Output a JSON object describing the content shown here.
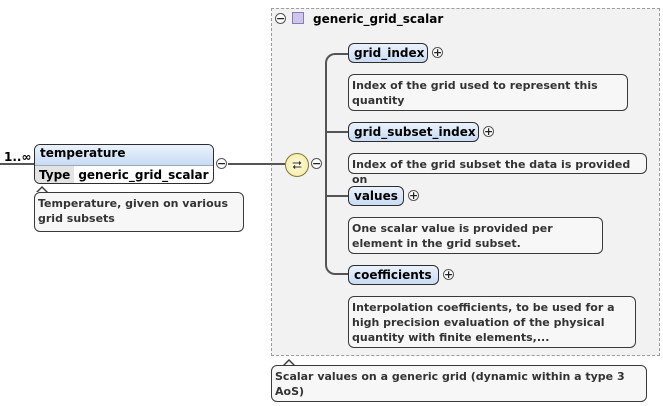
{
  "main_element": {
    "cardinality": "1..∞",
    "name": "temperature",
    "type_label": "Type",
    "type_value": "generic_grid_scalar",
    "doc": "Temperature, given on various grid subsets"
  },
  "complex_type": {
    "name": "generic_grid_scalar",
    "doc": "Scalar values on a generic grid (dynamic within a type 3 AoS)"
  },
  "sequence": {
    "icon": "sequence-compositor-icon",
    "glyph": "⮂"
  },
  "children": [
    {
      "name": "grid_index",
      "doc": "Index of the grid used to represent this quantity"
    },
    {
      "name": "grid_subset_index",
      "doc": "Index of the grid subset the data is provided on"
    },
    {
      "name": "values",
      "doc": "One scalar value is provided per element in the grid subset."
    },
    {
      "name": "coefficients",
      "doc": "Interpolation coefficients, to be used for a high precision evaluation of the physical quantity with finite elements,..."
    }
  ],
  "glyphs": {
    "collapse": "−",
    "expand": "+"
  },
  "colors": {
    "element_fill_top": "#eaf2fc",
    "element_fill_bottom": "#c8dcf4",
    "type_frame": "#f2f2f2",
    "sequence_fill": "#f3ea9a"
  }
}
